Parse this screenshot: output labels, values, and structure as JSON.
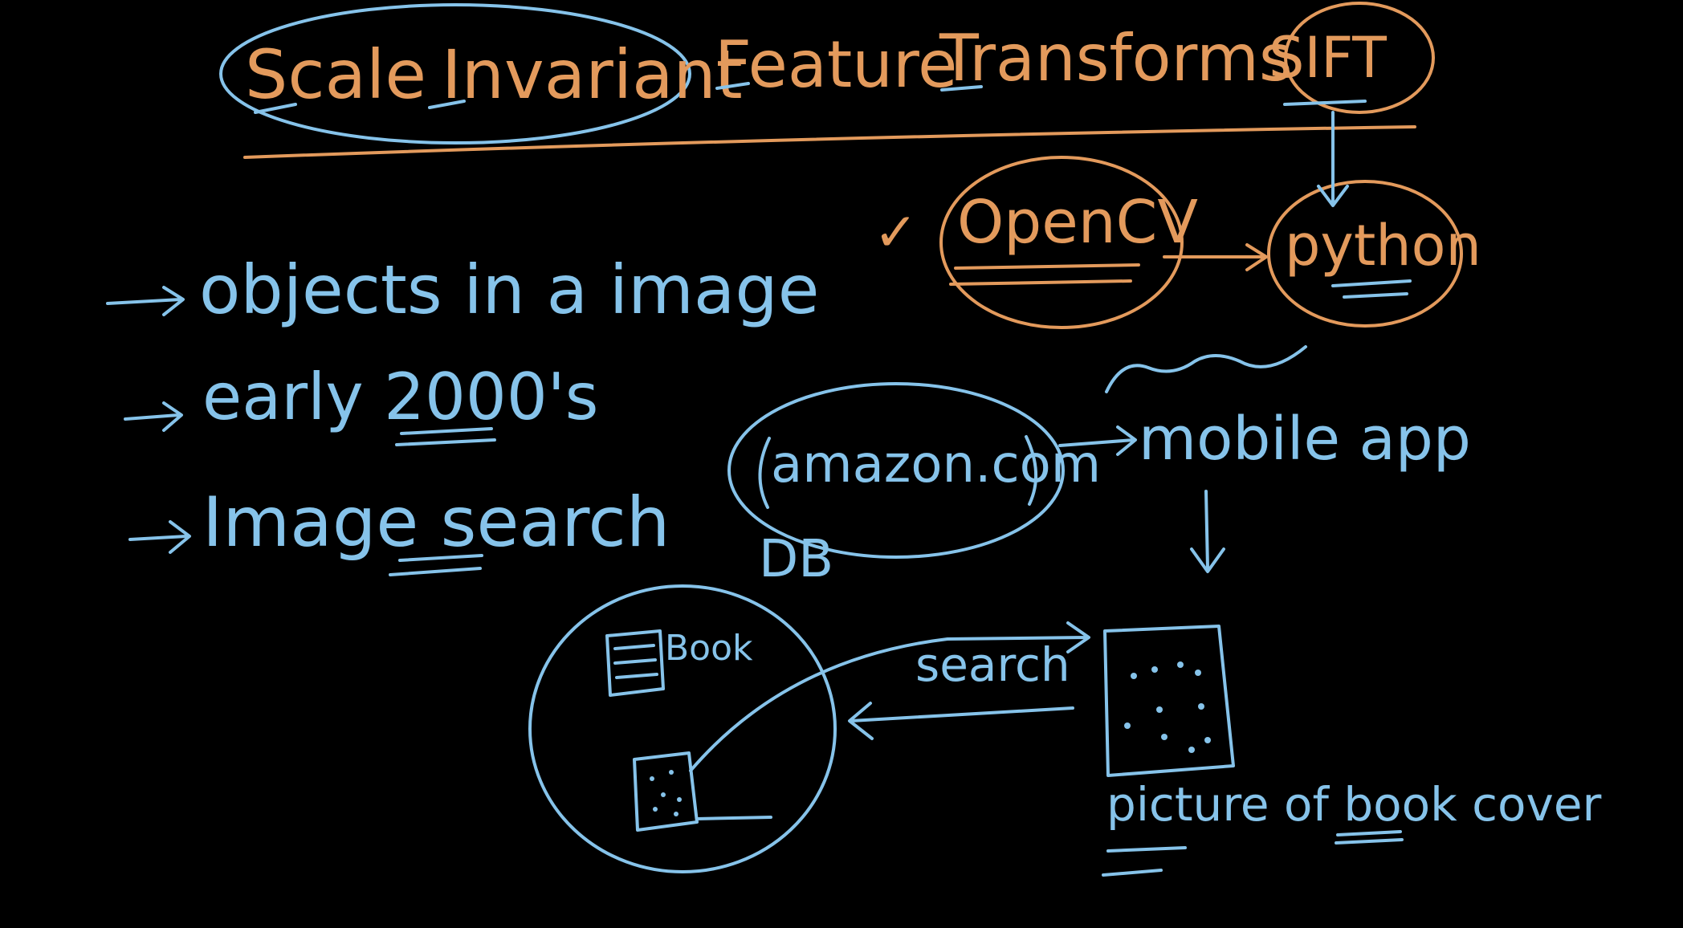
{
  "colors": {
    "background": "#000000",
    "orange": "#E39A5C",
    "blue": "#86C3EA"
  },
  "title": {
    "scale": "Scale",
    "invariant": "Invariant",
    "feature": "Feature",
    "transforms": "Transforms",
    "acronym": "SIFT"
  },
  "bullets": [
    {
      "text": "objects in a image"
    },
    {
      "text": "early 2000's"
    },
    {
      "text": "Image search"
    }
  ],
  "tools": {
    "check": "✓",
    "opencv": "OpenCV",
    "python": "python"
  },
  "flow": {
    "website": "amazon.com",
    "app": "mobile app",
    "db": "DB",
    "book": "Book",
    "search": "search",
    "caption": "picture of book cover"
  }
}
